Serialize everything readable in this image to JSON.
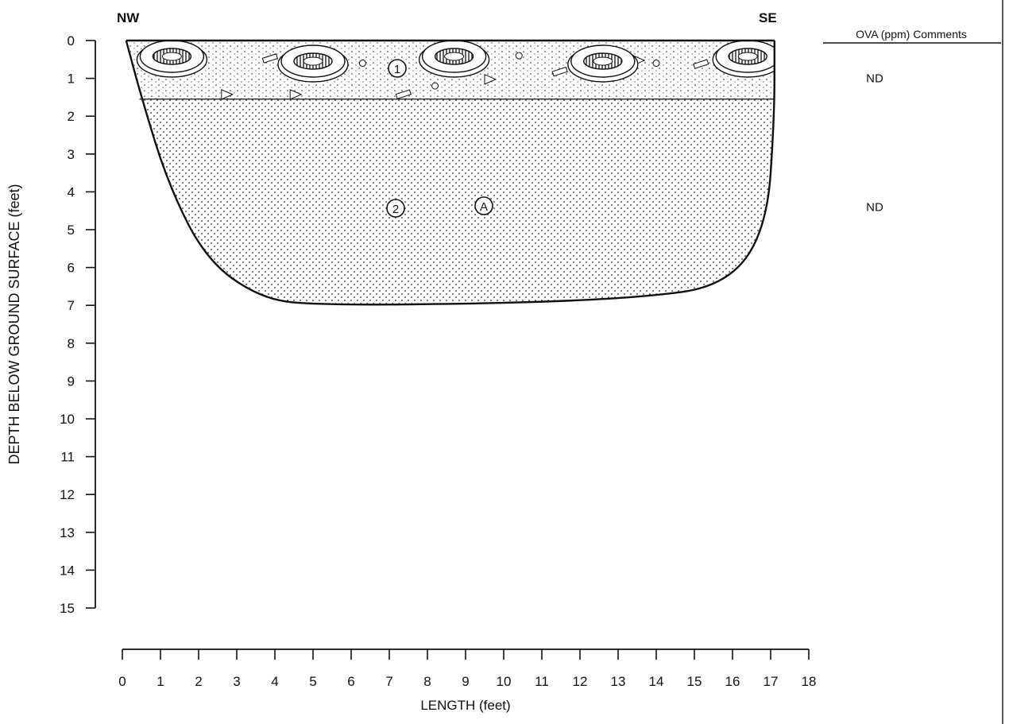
{
  "figure": {
    "direction_left": "NW",
    "direction_right": "SE",
    "y_axis_label": "DEPTH BELOW GROUND SURFACE (feet)",
    "x_axis_label": "LENGTH (feet)",
    "y_ticks": [
      "0",
      "1",
      "2",
      "3",
      "4",
      "5",
      "6",
      "7",
      "8",
      "9",
      "10",
      "11",
      "12",
      "13",
      "14",
      "15"
    ],
    "x_ticks": [
      "0",
      "1",
      "2",
      "3",
      "4",
      "5",
      "6",
      "7",
      "8",
      "9",
      "10",
      "11",
      "12",
      "13",
      "14",
      "15",
      "16",
      "17",
      "18"
    ],
    "x_range_ft": [
      0,
      18
    ],
    "y_range_ft": [
      0,
      15
    ]
  },
  "excavation": {
    "outline_profile": [
      {
        "x_ft": 0.1,
        "depth_ft": 0.0
      },
      {
        "x_ft": 0.5,
        "depth_ft": 1.5
      },
      {
        "x_ft": 1.2,
        "depth_ft": 3.8
      },
      {
        "x_ft": 2.2,
        "depth_ft": 5.8
      },
      {
        "x_ft": 3.6,
        "depth_ft": 6.8
      },
      {
        "x_ft": 5.0,
        "depth_ft": 7.0
      },
      {
        "x_ft": 10.0,
        "depth_ft": 6.95
      },
      {
        "x_ft": 13.5,
        "depth_ft": 6.8
      },
      {
        "x_ft": 15.8,
        "depth_ft": 6.5
      },
      {
        "x_ft": 16.9,
        "depth_ft": 5.0
      },
      {
        "x_ft": 17.1,
        "depth_ft": 2.0
      },
      {
        "x_ft": 17.1,
        "depth_ft": 0.0
      }
    ],
    "layer_boundary_depth_ft": 1.55,
    "layer_1_marker": "1",
    "layer_2_marker": "2",
    "sample_marker": "A",
    "tire_positions_ft": [
      1.3,
      5.0,
      8.7,
      12.6,
      16.4
    ]
  },
  "ova_panel": {
    "header": "OVA (ppm) Comments",
    "readings": [
      {
        "value": "ND",
        "depth_ft": 1.0
      },
      {
        "value": "ND",
        "depth_ft": 4.4
      }
    ]
  }
}
